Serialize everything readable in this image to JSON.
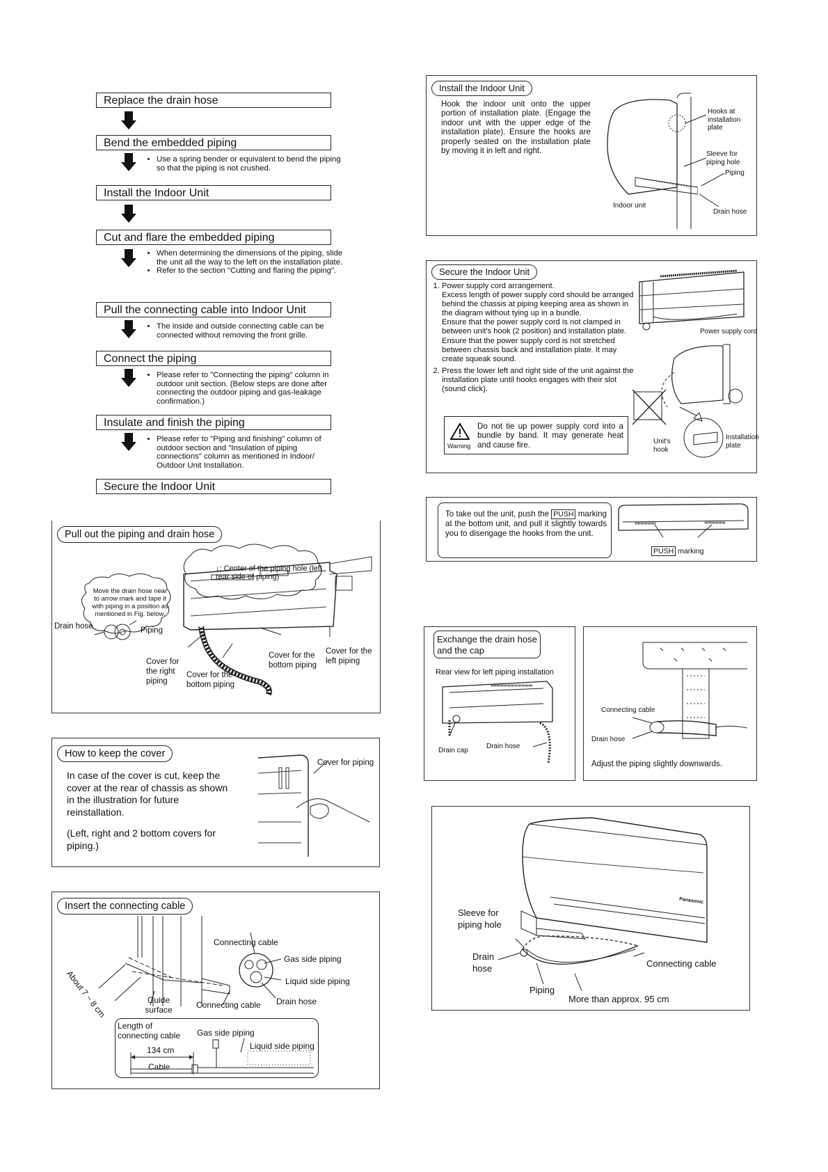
{
  "flow": {
    "steps": [
      "Replace the drain hose",
      "Bend the embedded piping",
      "Install the Indoor Unit",
      "Cut and flare the embedded piping",
      "Pull the connecting cable into Indoor Unit",
      "Connect the piping",
      "Insulate and finish the piping",
      "Secure the Indoor Unit"
    ],
    "notes": {
      "bend": [
        "Use a spring bender or equivalent to bend the piping so that the piping is not crushed."
      ],
      "cut": [
        "When determining the dimensions of the piping, slide the unit all the way to the left on the installation plate.",
        "Refer to the section \"Cutting and flaring the piping\"."
      ],
      "pull": [
        "The inside and outside connecting cable can be connected without removing the front grille."
      ],
      "connect": [
        "Please refer to \"Connecting the piping\" column in outdoor unit section. (Below steps are done after connecting the outdoor piping and gas-leakage confirmation.)"
      ],
      "insulate": [
        "Please refer to \"Piping and finishing\" column of outdoor section and \"Insulation of piping connections\" column as mentioned in Indoor/ Outdoor Unit Installation."
      ]
    }
  },
  "pull_out": {
    "title": "Pull out the piping and drain hose",
    "center_note": "↓: Center of the piping hole (left rear side of piping)",
    "cloud_note": "Move the drain hose near to arrow mark and tape it with piping in a position as mentioned in Fig. below.",
    "labels": {
      "drain_hose": "Drain hose",
      "piping": "Piping",
      "cover_right": "Cover for the right piping",
      "cover_bottom_1": "Cover for the bottom piping",
      "cover_bottom_2": "Cover for the bottom piping",
      "cover_left": "Cover for the left piping"
    }
  },
  "keep_cover": {
    "title": "How to keep the cover",
    "body": "In case of the cover is cut, keep the cover at the rear of chassis as shown in the illustration for future reinstallation.",
    "note": "(Left, right and 2 bottom covers for piping.)",
    "label": "Cover for piping"
  },
  "insert_cable": {
    "title": "Insert the connecting cable",
    "about": "About 7 ~ 8 cm",
    "labels": {
      "connecting_cable_top": "Connecting cable",
      "gas_side": "Gas side piping",
      "liquid_side": "Liquid side piping",
      "guide": "Guide surface",
      "connecting_cable_bottom": "Connecting cable",
      "drain_hose": "Drain hose"
    },
    "length_box": {
      "title": "Length of connecting cable",
      "gas": "Gas side piping",
      "liquid": "Liquid side piping",
      "dimension": "134 cm",
      "cable": "Cable"
    }
  },
  "install_unit": {
    "title": "Install the Indoor Unit",
    "body": "Hook the indoor unit onto the upper portion of installation plate. (Engage the indoor unit with the upper edge of the installation plate). Ensure the hooks are properly seated on the installation plate by moving it in left and right.",
    "labels": {
      "hooks": "Hooks at installation plate",
      "sleeve": "Sleeve for piping hole",
      "piping": "Piping",
      "indoor_unit": "Indoor unit",
      "drain_hose": "Drain hose"
    }
  },
  "secure_unit": {
    "title": "Secure the Indoor Unit",
    "item1_title": "Power supply cord arrangement.",
    "item1_p1": "Excess length of power supply cord should be arranged behind the chassis at piping keeping area as shown in the diagram without tying up in a bundle.",
    "item1_p2": "Ensure that the power supply cord is not clamped in between unit's hook (2 position) and installation plate.",
    "item1_p3": "Ensure that the power supply cord is not stretched between chassis back and installation plate. It may create squeak sound.",
    "item2": "Press the lower left and right side of the unit against the installation plate until hooks engages with their slot (sound click).",
    "warning_text": "Do not tie up power supply cord into a bundle by band. It may generate heat and cause fire.",
    "warning_label": "Warning",
    "labels": {
      "power_cord": "Power supply cord",
      "units_hook": "Unit's hook",
      "installation_plate": "Installation plate"
    }
  },
  "take_out": {
    "text_before": "To take out the unit, push the",
    "push": "PUSH",
    "text_after": "marking at the bottom unit, and pull it slightly towards you to disengage the hooks from the unit.",
    "marking": "marking"
  },
  "exchange": {
    "title": "Exchange the drain hose and the cap",
    "rear_view": "Rear view for left piping installation",
    "drain_cap": "Drain cap",
    "drain_hose": "Drain hose",
    "connecting_cable": "Connecting cable",
    "drain_hose_2": "Drain hose",
    "adjust": "Adjust the piping slightly downwards."
  },
  "final": {
    "sleeve": "Sleeve for piping hole",
    "drain_hose": "Drain hose",
    "piping": "Piping",
    "connecting_cable": "Connecting cable",
    "distance": "More than approx. 95 cm",
    "brand": "Panasonic"
  }
}
